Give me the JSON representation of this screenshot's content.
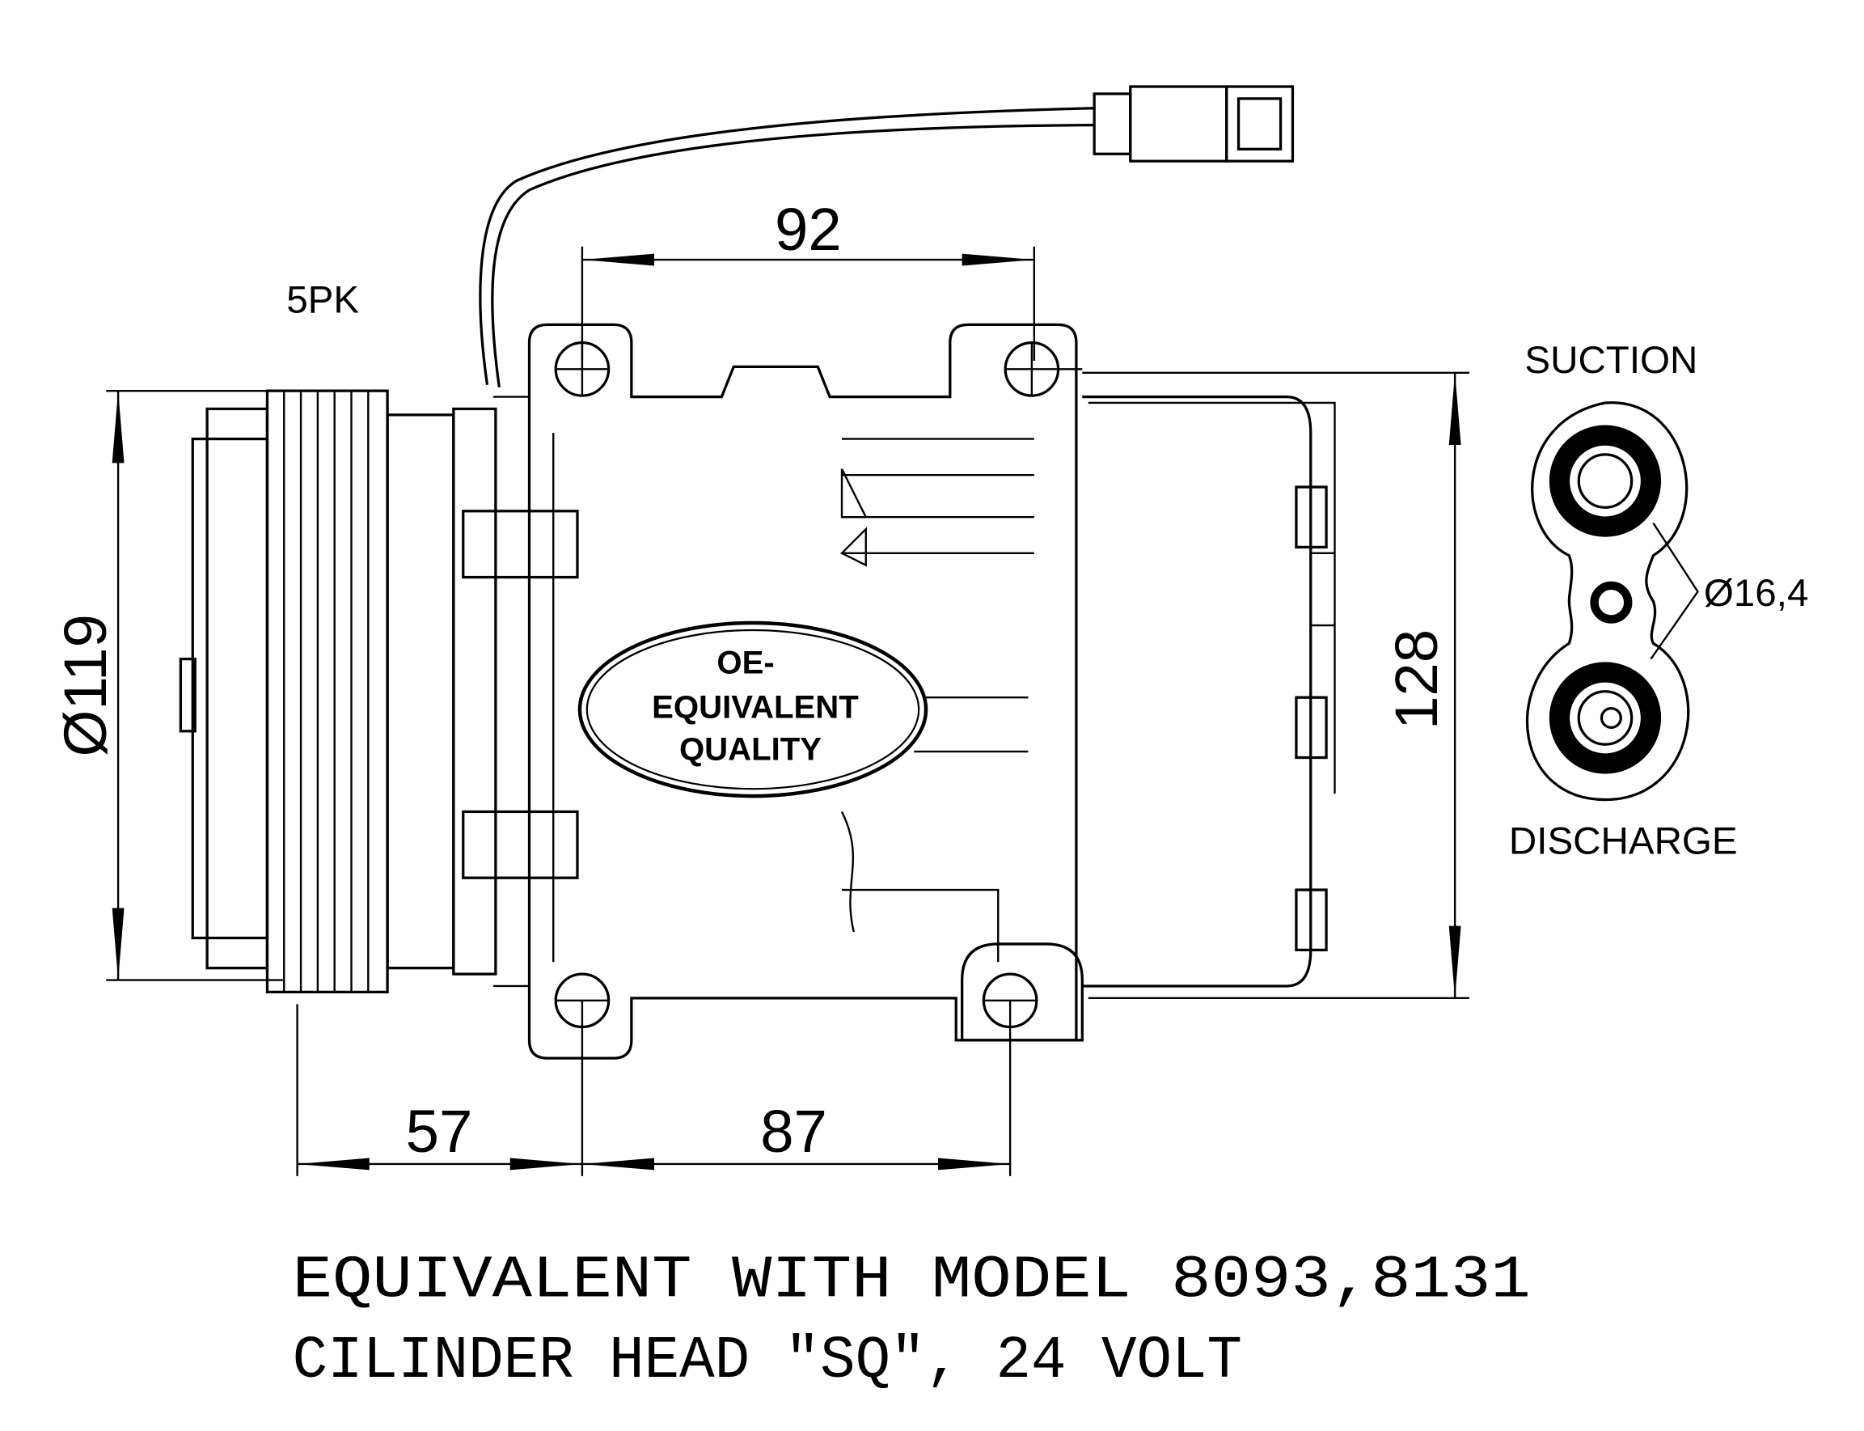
{
  "drawing": {
    "belt_profile": "5PK",
    "dimensions": {
      "pulley_diameter": "Ø119",
      "mount_top_spacing": "92",
      "pulley_offset": "57",
      "mount_bottom_spacing": "87",
      "height": "128",
      "port_diameter": "Ø16,4"
    },
    "ports": {
      "suction_label": "SUCTION",
      "discharge_label": "DISCHARGE"
    },
    "quality_badge": [
      "OE-",
      "EQUIVALENT",
      "QUALITY"
    ],
    "notes": [
      "EQUIVALENT WITH MODEL 8093,8131",
      "CILINDER HEAD \"SQ\", 24 VOLT"
    ]
  }
}
